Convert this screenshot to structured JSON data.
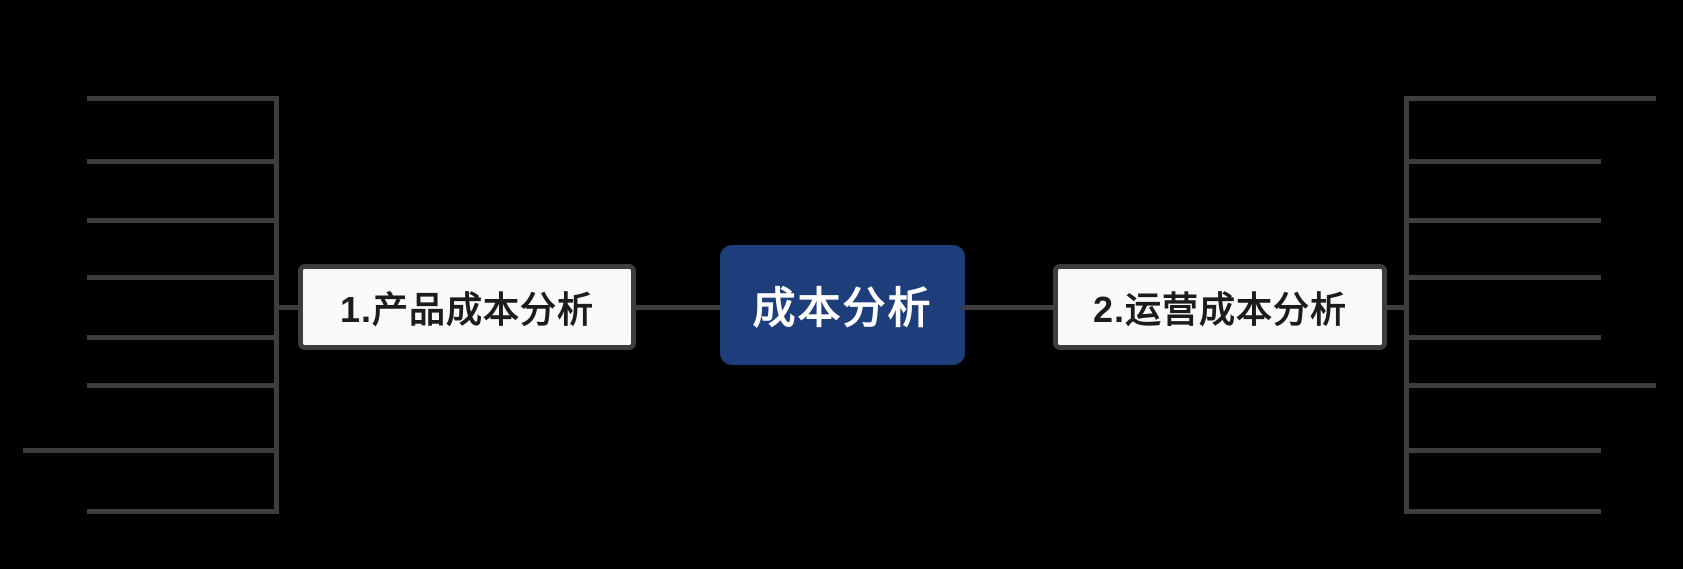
{
  "diagram": {
    "type": "mind-map",
    "orientation": "horizontal-bilateral",
    "background_color": "#000000",
    "line_color": "#3d3d3d",
    "root": {
      "label": "成本分析",
      "fill_color": "#1e3d7b",
      "text_color": "#ffffff"
    },
    "left_branch": {
      "label": "1.产品成本分析",
      "fill_color": "#fafafa",
      "border_color": "#3d3d3d",
      "text_color": "#1c1c1c",
      "sub_branch_count": 8
    },
    "right_branch": {
      "label": "2.运营成本分析",
      "fill_color": "#fafafa",
      "border_color": "#3d3d3d",
      "text_color": "#1c1c1c",
      "sub_branch_count": 8
    }
  }
}
